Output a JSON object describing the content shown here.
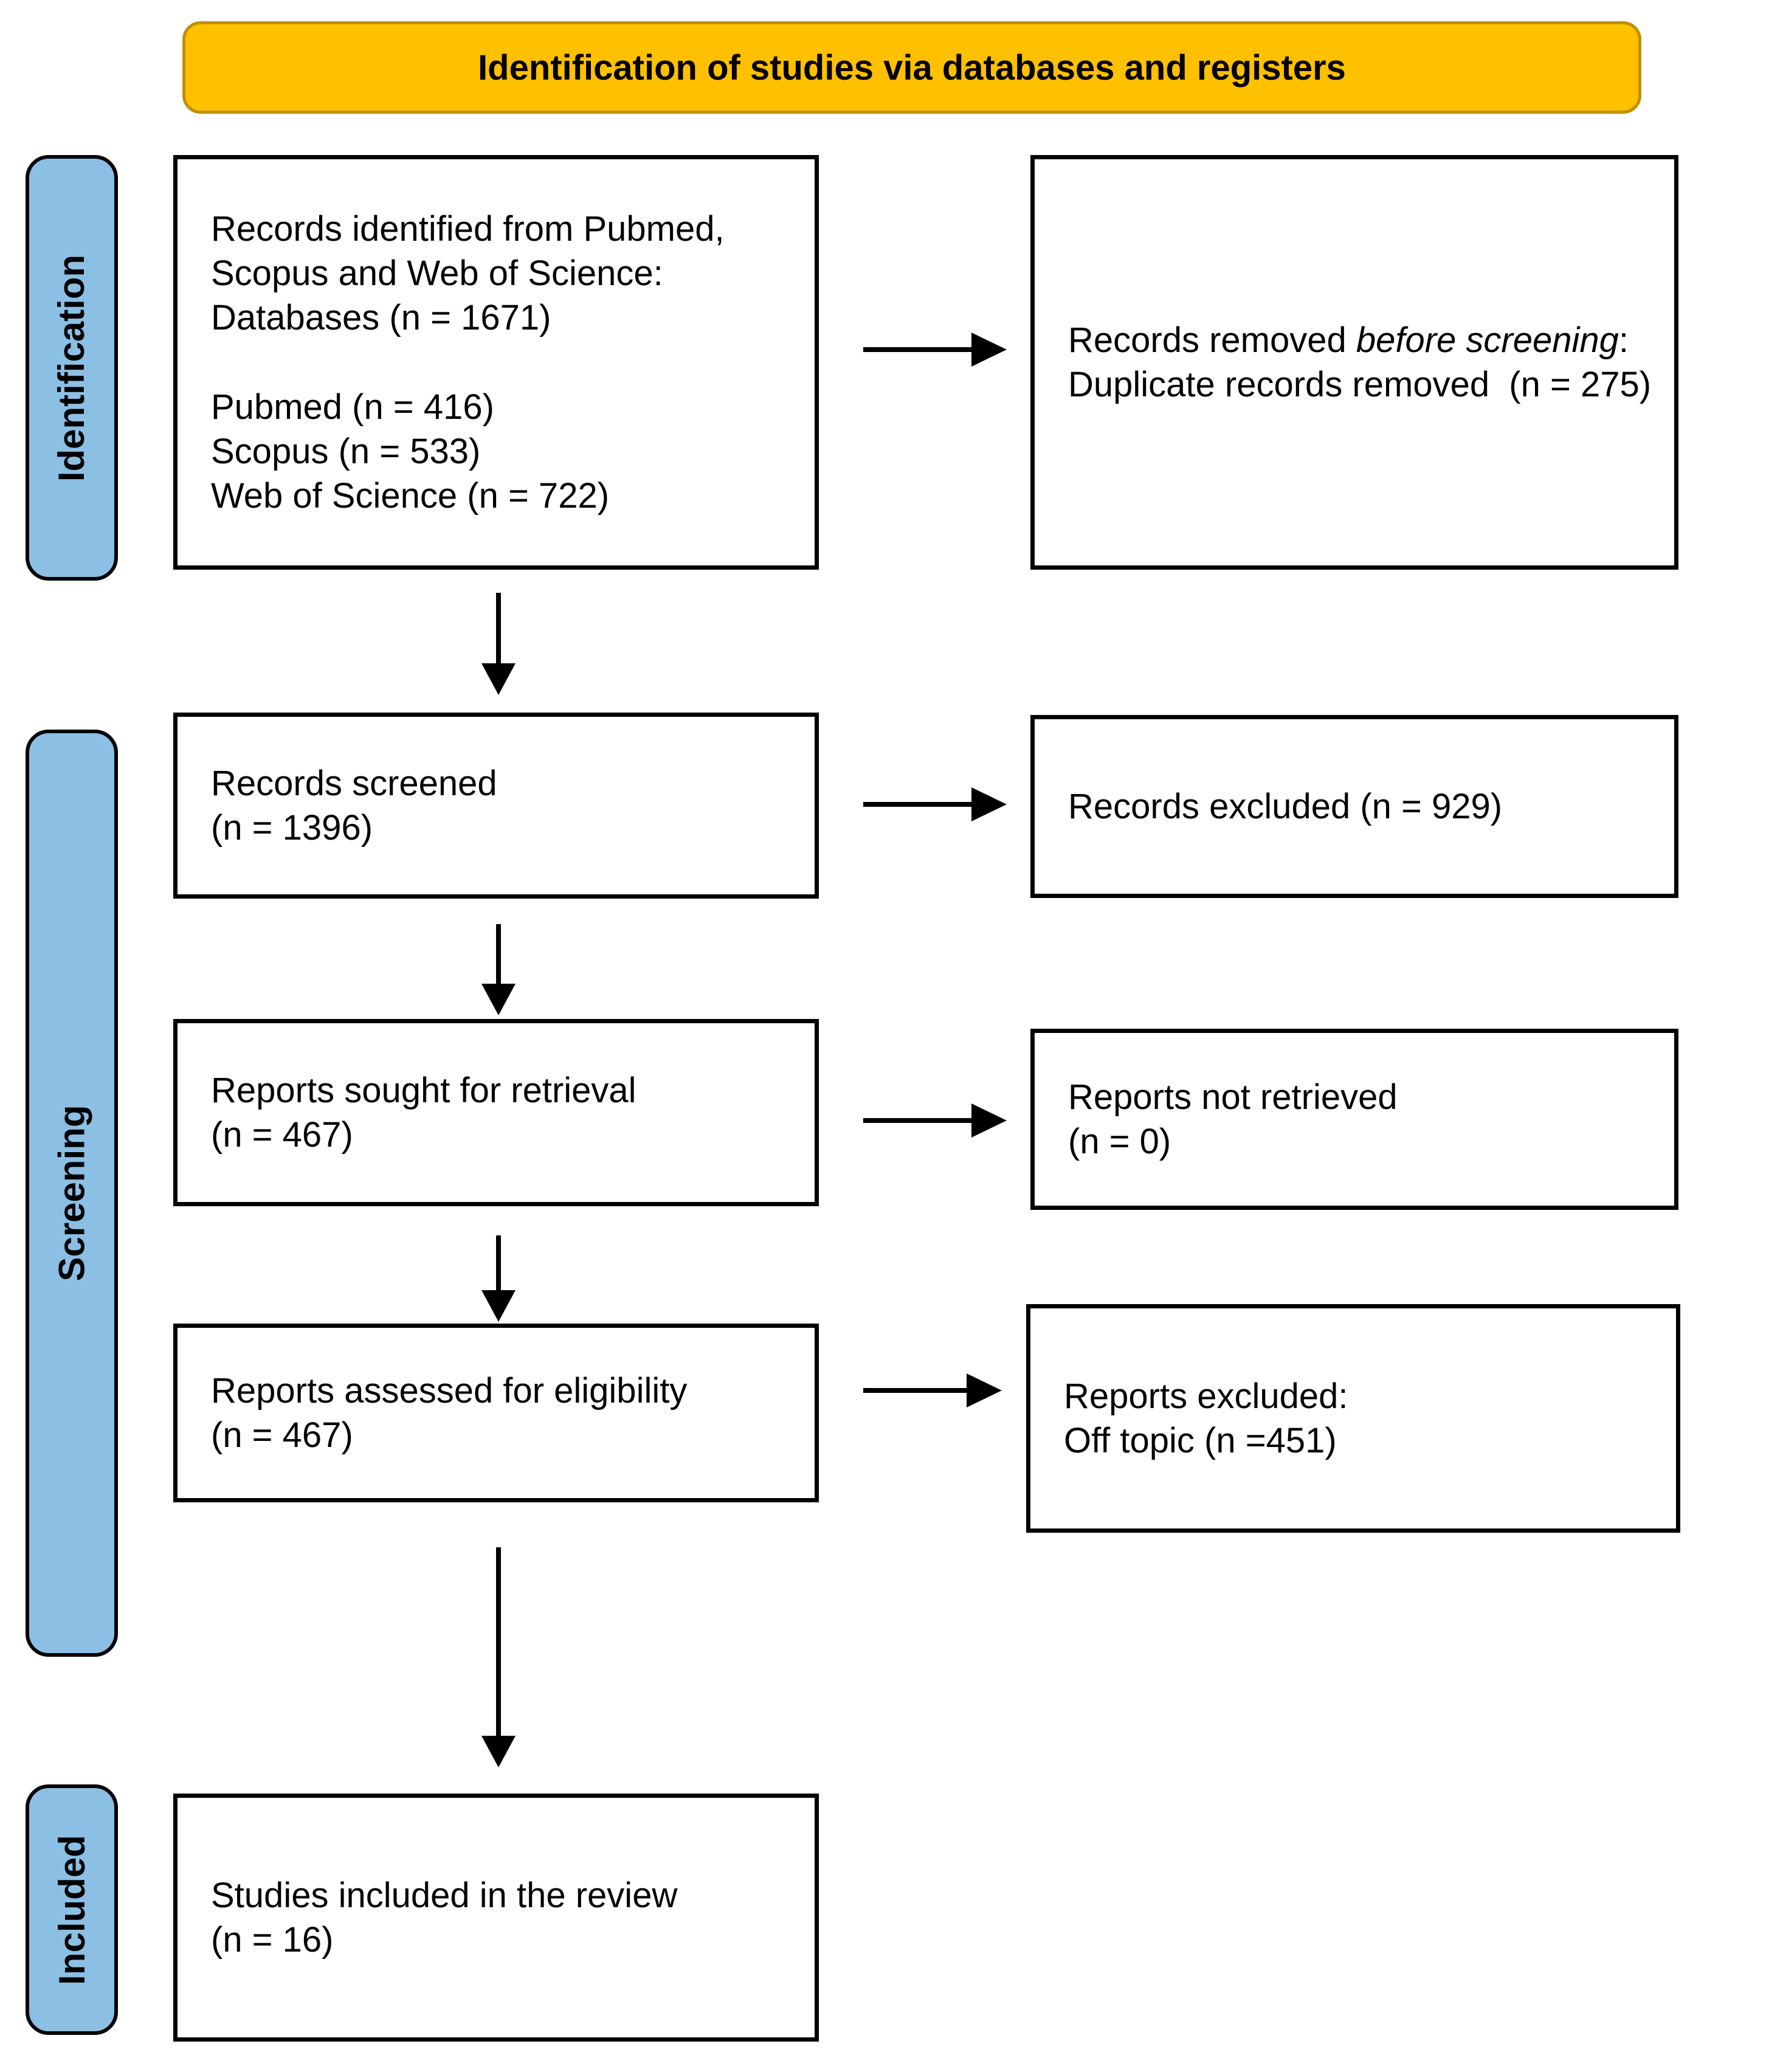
{
  "banner": {
    "title": "Identification of studies via databases and registers"
  },
  "stages": {
    "identification": "Identification",
    "screening": "Screening",
    "included": "Included"
  },
  "boxes": {
    "identified": {
      "text": "Records identified from Pubmed,\nScopus and Web of Science:\nDatabases (n = 1671)\n\nPubmed (n = 416)\nScopus (n = 533)\nWeb of Science (n = 722)"
    },
    "removed": {
      "prefix": "Records removed ",
      "italic": "before screening",
      "rest": ":\nDuplicate records removed  (n = 275)"
    },
    "screened": {
      "text": "Records screened\n(n = 1396)"
    },
    "records_excluded": {
      "text": "Records excluded (n = 929)"
    },
    "sought": {
      "text": "Reports sought for retrieval\n(n = 467)"
    },
    "not_retrieved": {
      "text": "Reports not retrieved\n(n = 0)"
    },
    "assessed": {
      "text": "Reports assessed for eligibility\n(n = 467)"
    },
    "reports_excluded": {
      "text": "Reports excluded:\nOff topic (n =451)"
    },
    "included_review": {
      "text": "Studies included in the review\n(n = 16)"
    }
  },
  "colors": {
    "banner_bg": "#FFC000",
    "banner_border": "#BF9000",
    "stage_bg": "#8CBFE4",
    "line": "#000000"
  }
}
